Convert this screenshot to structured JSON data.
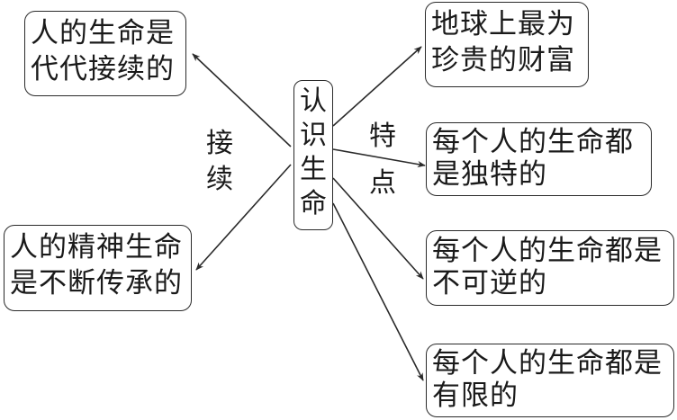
{
  "center": {
    "title": "认识生命",
    "chars": [
      "认",
      "识",
      "生",
      "命"
    ]
  },
  "edge_labels": {
    "left": {
      "text": "接续",
      "chars": [
        "接",
        "续"
      ]
    },
    "right": {
      "text": "特点",
      "chars": [
        "特",
        "点"
      ]
    }
  },
  "left_nodes": [
    {
      "lines": [
        "人的生命是",
        "代代接续的"
      ]
    },
    {
      "lines": [
        "人的精神生命",
        "是不断传承的"
      ]
    }
  ],
  "right_nodes": [
    {
      "lines": [
        "地球上最为",
        "珍贵的财富"
      ]
    },
    {
      "lines": [
        "每个人的生命都",
        "是独特的"
      ]
    },
    {
      "lines": [
        "每个人的生命都是",
        "不可逆的"
      ]
    },
    {
      "lines": [
        "每个人的生命都是",
        "有限的"
      ]
    }
  ],
  "colors": {
    "stroke": "#2a2a2a",
    "text": "#1a1a1a",
    "background": "#ffffff"
  }
}
